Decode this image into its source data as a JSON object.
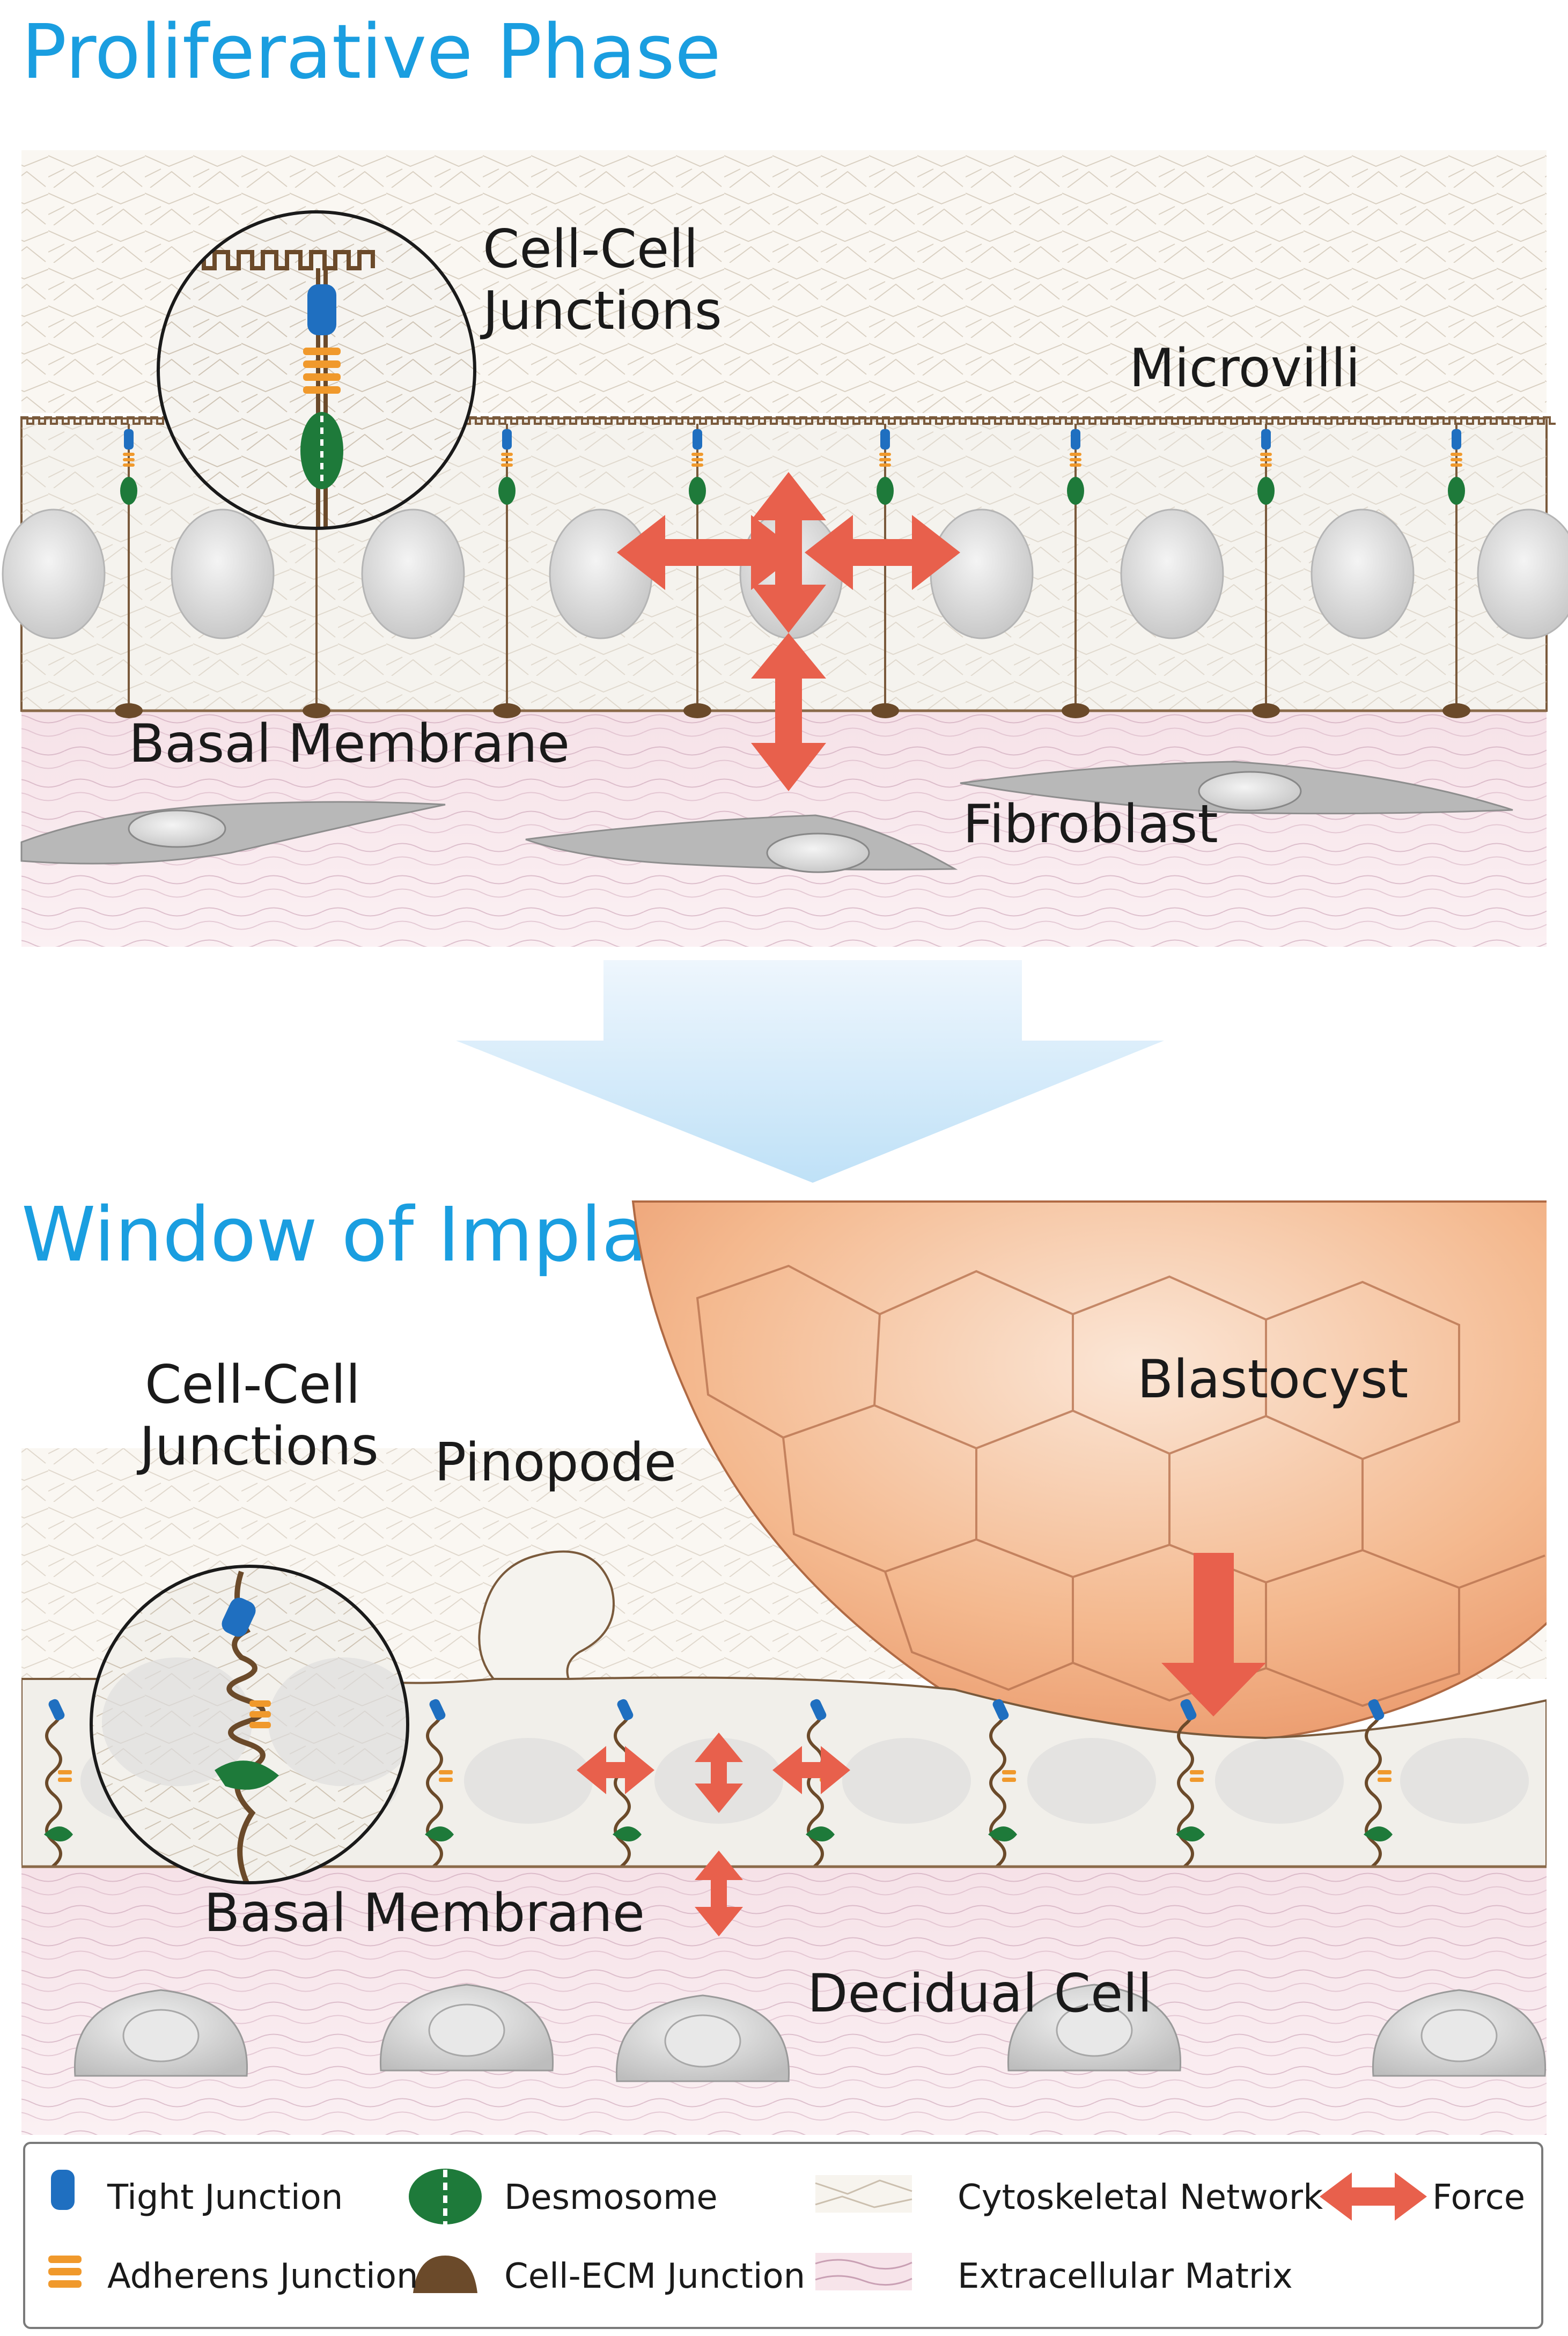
{
  "titles": {
    "proliferative": "Proliferative Phase",
    "window": "Window of Implantation"
  },
  "top_labels": {
    "cell_cell": [
      "Cell-Cell",
      "Junctions"
    ],
    "microvilli": "Microvilli",
    "basal_membrane": "Basal Membrane",
    "fibroblast": "Fibroblast"
  },
  "bottom_labels": {
    "cell_cell": [
      "Cell-Cell",
      "Junctions"
    ],
    "pinopode": "Pinopode",
    "blastocyst": "Blastocyst",
    "basal_membrane": "Basal Membrane",
    "decidual_cell": "Decidual Cell"
  },
  "legend": [
    {
      "label": "Tight Junction",
      "icon": "tight-junction-icon"
    },
    {
      "label": "Desmosome",
      "icon": "desmosome-icon"
    },
    {
      "label": "Cytoskeletal Network",
      "icon": "cytoskeletal-network-icon"
    },
    {
      "label": "Force",
      "icon": "force-arrow-icon"
    },
    {
      "label": "Adherens Junction",
      "icon": "adherens-junction-icon"
    },
    {
      "label": "Cell-ECM Junction",
      "icon": "cell-ecm-junction-icon"
    },
    {
      "label": "Extracellular Matrix",
      "icon": "extracellular-matrix-icon"
    }
  ],
  "colors": {
    "title": "#1a9ee0",
    "tight_junction": "#1f6fc0",
    "adherens_junction": "#f0992c",
    "desmosome": "#1e7a3a",
    "cell_ecm_junction": "#6b4a2a",
    "force": "#e8604c",
    "blastocyst": "#f2b185",
    "ecm": "#f7e4ea"
  }
}
